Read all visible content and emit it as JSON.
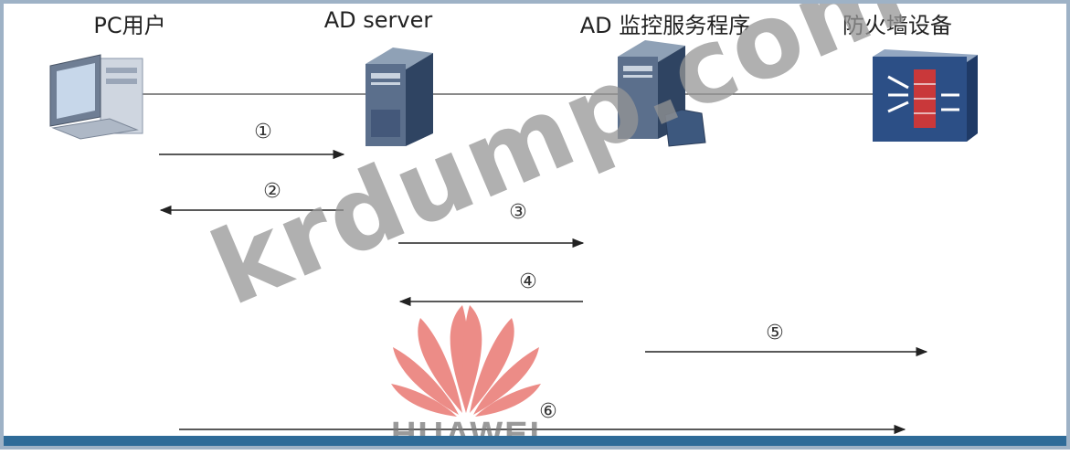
{
  "entities": [
    {
      "id": "pc",
      "label": "PC用户",
      "icon": "desktop-computer-icon"
    },
    {
      "id": "ad",
      "label": "AD server",
      "icon": "server-tower-icon"
    },
    {
      "id": "monitor",
      "label": "AD 监控服务程序",
      "icon": "server-with-folder-icon"
    },
    {
      "id": "firewall",
      "label": "防火墙设备",
      "icon": "firewall-device-icon"
    }
  ],
  "steps": [
    {
      "label": "①",
      "from": "pc",
      "to": "ad"
    },
    {
      "label": "②",
      "from": "ad",
      "to": "pc"
    },
    {
      "label": "③",
      "from": "ad",
      "to": "monitor"
    },
    {
      "label": "④",
      "from": "monitor",
      "to": "ad"
    },
    {
      "label": "⑤",
      "from": "monitor",
      "to": "firewall"
    },
    {
      "label": "⑥",
      "from": "pc",
      "to": "firewall"
    }
  ],
  "watermark": "krdump.com",
  "brand": "HUAWEI",
  "colors": {
    "frame": "#9eb2c6",
    "bar": "#2e6b98",
    "arrow": "#222222",
    "logo": "#e8706a"
  }
}
